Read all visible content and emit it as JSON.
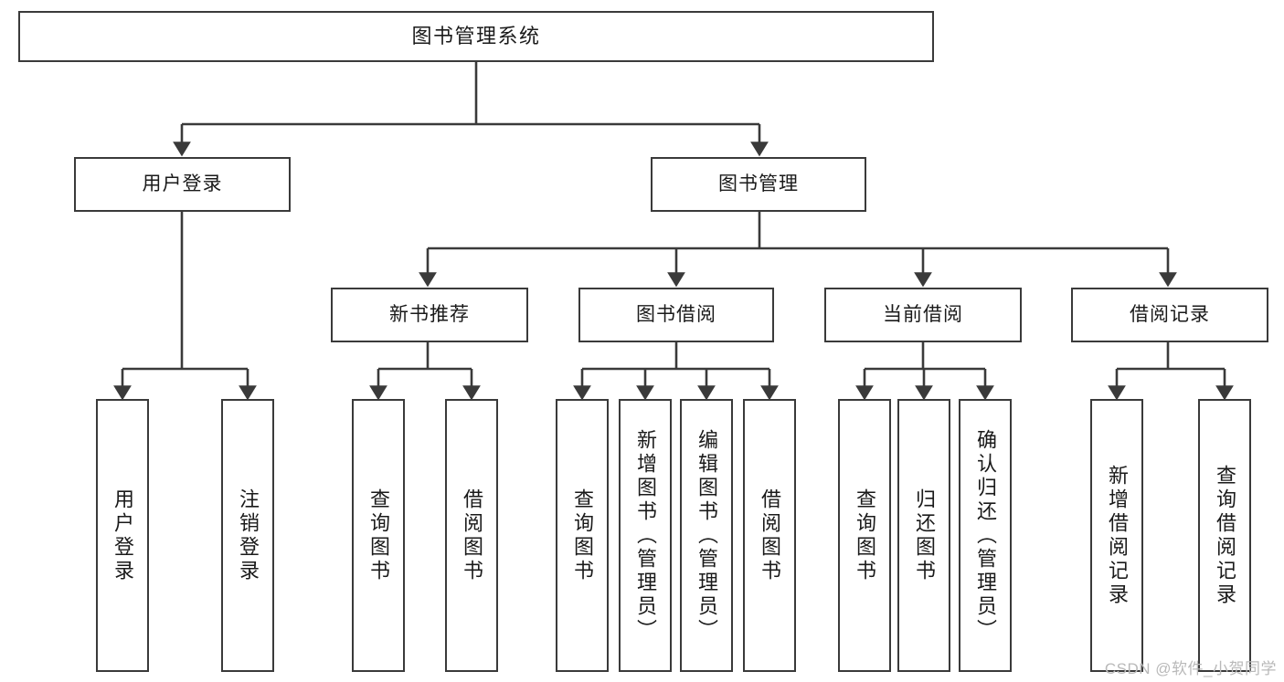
{
  "diagram": {
    "title": "图书管理系统",
    "type": "tree-hierarchy-chart",
    "watermark": "CSDN @软件_小贺同学",
    "colors": {
      "stroke": "#3a3a3a",
      "fill": "#ffffff",
      "text": "#1a1a1a",
      "watermark": "#b9b9b9"
    },
    "root": {
      "label": "图书管理系统"
    },
    "level2": [
      {
        "label": "用户登录"
      },
      {
        "label": "图书管理"
      }
    ],
    "level3": [
      {
        "label": "新书推荐"
      },
      {
        "label": "图书借阅"
      },
      {
        "label": "当前借阅"
      },
      {
        "label": "借阅记录"
      }
    ],
    "leaves": {
      "user_login": [
        {
          "label": "用户登录"
        },
        {
          "label": "注销登录"
        }
      ],
      "new_book_recommend": [
        {
          "label": "查询图书"
        },
        {
          "label": "借阅图书"
        }
      ],
      "book_borrow": [
        {
          "label": "查询图书"
        },
        {
          "label": "新增图书（管理员）"
        },
        {
          "label": "编辑图书（管理员）"
        },
        {
          "label": "借阅图书"
        }
      ],
      "current_borrow": [
        {
          "label": "查询图书"
        },
        {
          "label": "归还图书"
        },
        {
          "label": "确认归还（管理员）"
        }
      ],
      "borrow_record": [
        {
          "label": "新增借阅记录"
        },
        {
          "label": "查询借阅记录"
        }
      ]
    }
  }
}
